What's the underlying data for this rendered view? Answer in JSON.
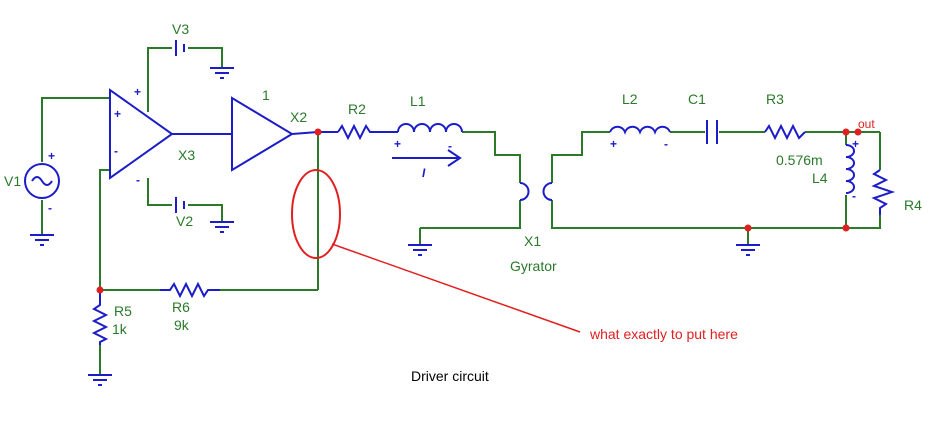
{
  "colors": {
    "wire_green": "#2a7a2a",
    "component_blue": "#1c1cc8",
    "junction_red": "#e02020",
    "annotation_red": "#e02020",
    "label_green": "#2a7a2a",
    "text_black": "#000000"
  },
  "components": {
    "v1": "V1",
    "v2": "V2",
    "v3": "V3",
    "x3": "X3",
    "buffer_gain": "1",
    "x2": "X2",
    "r2": "R2",
    "l1": "L1",
    "x1": "X1",
    "gyrator": "Gyrator",
    "l2": "L2",
    "c1": "C1",
    "r3": "R3",
    "l4_value": "0.576m",
    "l4": "L4",
    "r4": "R4",
    "out": "out",
    "r5": "R5",
    "r5_value": "1k",
    "r6": "R6",
    "r6_value": "9k"
  },
  "signs": {
    "plus": "+",
    "minus": "-",
    "current_label": "I"
  },
  "annotation": {
    "text": "what exactly to put here"
  },
  "caption": "Driver circuit"
}
